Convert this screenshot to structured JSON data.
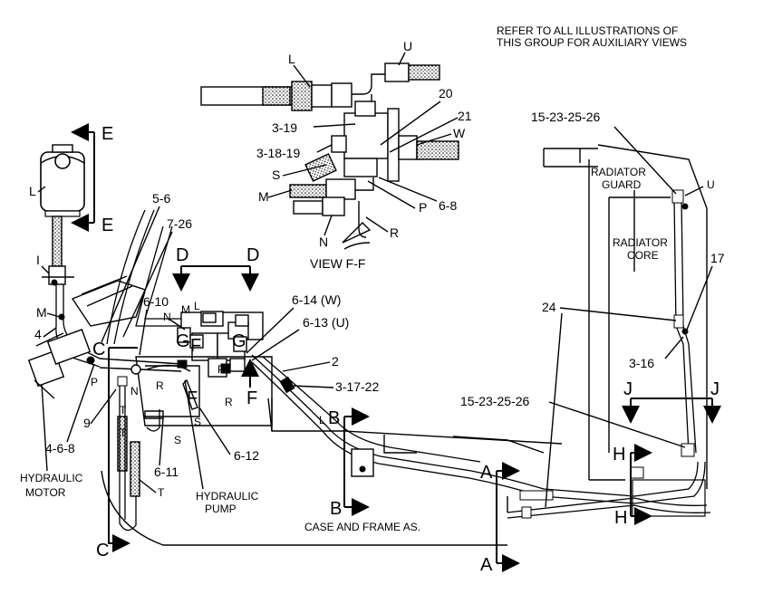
{
  "note": {
    "line1": "REFER TO ALL ILLUSTRATIONS OF",
    "line2": "THIS GROUP FOR AUXILIARY VIEWS"
  },
  "view_ff": {
    "title": "VIEW F-F",
    "labels": {
      "L": "L",
      "U": "U",
      "n20": "20",
      "n21": "21",
      "n3_19": "3-19",
      "n3_18_19": "3-18-19",
      "W": "W",
      "S": "S",
      "M": "M",
      "P": "P",
      "n6_8": "6-8",
      "N": "N",
      "R": "R"
    }
  },
  "radiator": {
    "guard": "RADIATOR GUARD",
    "guard1": "RADIATOR",
    "guard2": "GUARD",
    "core1": "RADIATOR",
    "core2": "CORE",
    "U": "U",
    "n15_top": "15-23-25-26",
    "n17": "17",
    "n24": "24",
    "n3_16": "3-16",
    "n15_low": "15-23-25-26"
  },
  "main": {
    "E": "E",
    "L": "L",
    "n5_6": "5-6",
    "n7_26": "7-26",
    "D": "D",
    "I": "I",
    "M": "M",
    "n4": "4",
    "n6_10": "6-10",
    "N": "N",
    "L2": "L",
    "n6_14w": "6-14 (W)",
    "n6_13u": "6-13 (U)",
    "C": "C",
    "G": "G",
    "F": "F",
    "P": "P",
    "R": "R",
    "S": "S",
    "T": "T",
    "n2": "2",
    "n3_17_22": "3-17-22",
    "n9": "9",
    "n4_6_8": "4-6-8",
    "n6_11": "6-11",
    "n6_12": "6-12",
    "B": "B",
    "A": "A",
    "J": "J",
    "H": "H",
    "hyd_motor1": "HYDRAULIC",
    "hyd_motor2": "MOTOR",
    "hyd_pump1": "HYDRAULIC",
    "hyd_pump2": "PUMP",
    "case_frame": "CASE AND FRAME AS."
  }
}
